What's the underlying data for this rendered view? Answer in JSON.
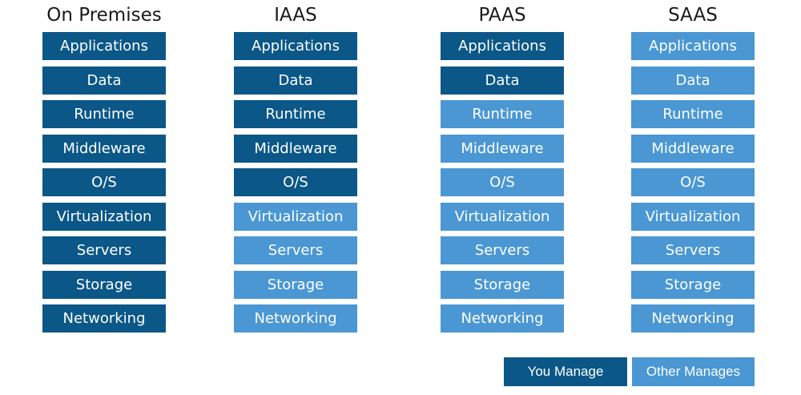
{
  "colors": {
    "you_manage": "#0b5788",
    "other_manages": "#4a97d4"
  },
  "columns": [
    {
      "title": "On Premises",
      "layers": [
        {
          "label": "Applications",
          "managed_by": "you"
        },
        {
          "label": "Data",
          "managed_by": "you"
        },
        {
          "label": "Runtime",
          "managed_by": "you"
        },
        {
          "label": "Middleware",
          "managed_by": "you"
        },
        {
          "label": "O/S",
          "managed_by": "you"
        },
        {
          "label": "Virtualization",
          "managed_by": "you"
        },
        {
          "label": "Servers",
          "managed_by": "you"
        },
        {
          "label": "Storage",
          "managed_by": "you"
        },
        {
          "label": "Networking",
          "managed_by": "you"
        }
      ]
    },
    {
      "title": "IAAS",
      "layers": [
        {
          "label": "Applications",
          "managed_by": "you"
        },
        {
          "label": "Data",
          "managed_by": "you"
        },
        {
          "label": "Runtime",
          "managed_by": "you"
        },
        {
          "label": "Middleware",
          "managed_by": "you"
        },
        {
          "label": "O/S",
          "managed_by": "you"
        },
        {
          "label": "Virtualization",
          "managed_by": "other"
        },
        {
          "label": "Servers",
          "managed_by": "other"
        },
        {
          "label": "Storage",
          "managed_by": "other"
        },
        {
          "label": "Networking",
          "managed_by": "other"
        }
      ]
    },
    {
      "title": "PAAS",
      "layers": [
        {
          "label": "Applications",
          "managed_by": "you"
        },
        {
          "label": "Data",
          "managed_by": "you"
        },
        {
          "label": "Runtime",
          "managed_by": "other"
        },
        {
          "label": "Middleware",
          "managed_by": "other"
        },
        {
          "label": "O/S",
          "managed_by": "other"
        },
        {
          "label": "Virtualization",
          "managed_by": "other"
        },
        {
          "label": "Servers",
          "managed_by": "other"
        },
        {
          "label": "Storage",
          "managed_by": "other"
        },
        {
          "label": "Networking",
          "managed_by": "other"
        }
      ]
    },
    {
      "title": "SAAS",
      "layers": [
        {
          "label": "Applications",
          "managed_by": "other"
        },
        {
          "label": "Data",
          "managed_by": "other"
        },
        {
          "label": "Runtime",
          "managed_by": "other"
        },
        {
          "label": "Middleware",
          "managed_by": "other"
        },
        {
          "label": "O/S",
          "managed_by": "other"
        },
        {
          "label": "Virtualization",
          "managed_by": "other"
        },
        {
          "label": "Servers",
          "managed_by": "other"
        },
        {
          "label": "Storage",
          "managed_by": "other"
        },
        {
          "label": "Networking",
          "managed_by": "other"
        }
      ]
    }
  ],
  "legend": {
    "you_manage": "You Manage",
    "other_manages": "Other Manages"
  }
}
